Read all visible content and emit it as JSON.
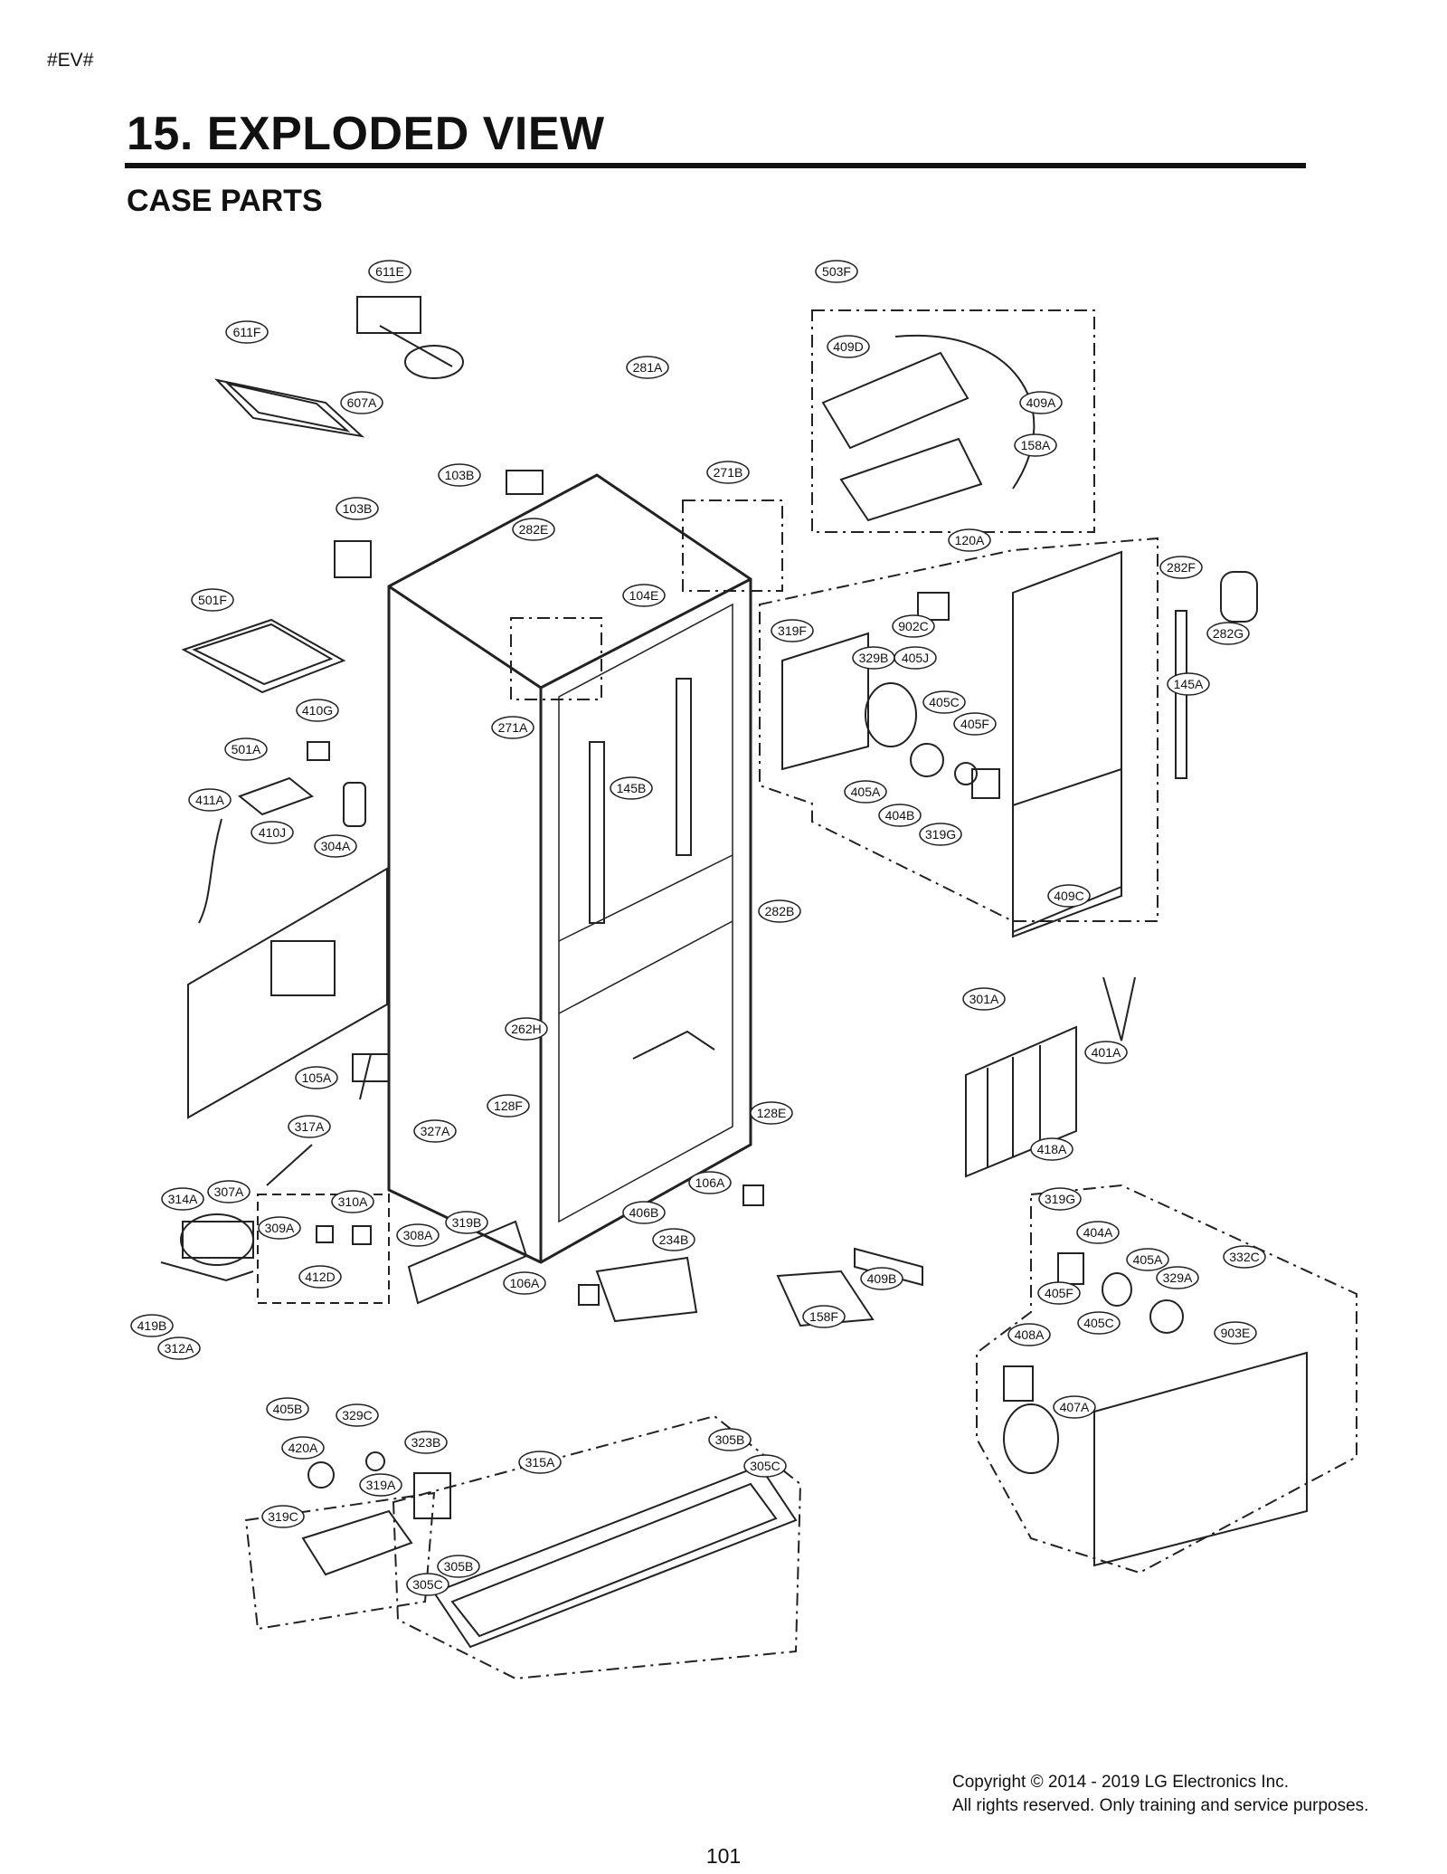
{
  "header": {
    "tag": "#EV#",
    "title": "15. EXPLODED VIEW",
    "subtitle": "CASE PARTS"
  },
  "parts": [
    "611E",
    "611F",
    "607A",
    "503F",
    "409D",
    "281A",
    "409A",
    "158A",
    "103B",
    "103B",
    "271B",
    "282E",
    "120A",
    "282F",
    "501F",
    "104E",
    "902C",
    "319F",
    "282G",
    "329B",
    "405J",
    "145A",
    "410G",
    "271A",
    "405C",
    "405F",
    "501A",
    "145B",
    "405A",
    "404B",
    "319G",
    "411A",
    "410J",
    "304A",
    "409C",
    "282B",
    "301A",
    "401A",
    "262H",
    "105A",
    "128F",
    "128E",
    "418A",
    "317A",
    "327A",
    "106A",
    "314A",
    "307A",
    "310A",
    "406B",
    "319G",
    "309A",
    "308A",
    "319B",
    "234B",
    "404A",
    "332C",
    "412D",
    "405A",
    "329A",
    "106A",
    "409B",
    "405F",
    "419B",
    "158F",
    "405C",
    "903E",
    "312A",
    "408A",
    "407A",
    "405B",
    "329C",
    "323B",
    "420A",
    "305B",
    "315A",
    "305C",
    "319A",
    "319C",
    "305B",
    "305C"
  ],
  "footer": {
    "copyright_line1": "Copyright © 2014 - 2019 LG Electronics Inc.",
    "copyright_line2": "All rights reserved. Only training and service purposes.",
    "page_number": "101"
  }
}
